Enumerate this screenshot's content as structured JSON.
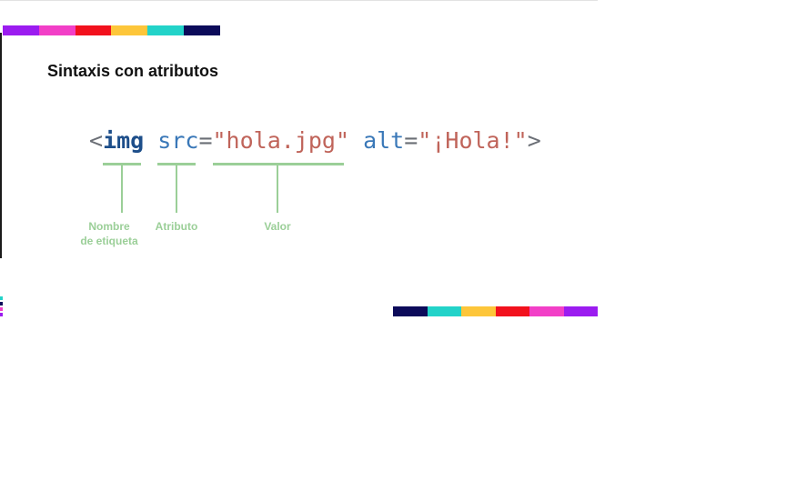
{
  "slide": {
    "title": "Sintaxis con atributos",
    "code": {
      "open": "<",
      "tag": "img",
      "attr1": "src",
      "eq1": "=",
      "val1": "\"hola.jpg\"",
      "attr2": "alt",
      "eq2": "=",
      "val2": "\"¡Hola!\"",
      "close": ">"
    },
    "annotations": {
      "tag_label": "Nombre\nde etiqueta",
      "attr_label": "Atributo",
      "value_label": "Valor"
    }
  },
  "colors": {
    "bar_top": [
      "#9b1cf0",
      "#f23fc7",
      "#f2111d",
      "#fdc63a",
      "#23d3c9",
      "#0c0b5a"
    ],
    "bar_bottom": [
      "#0c0b5a",
      "#23d3c9",
      "#fdc63a",
      "#f2111d",
      "#f23fc7",
      "#9b1cf0"
    ],
    "annotation": "#9bcf98"
  }
}
